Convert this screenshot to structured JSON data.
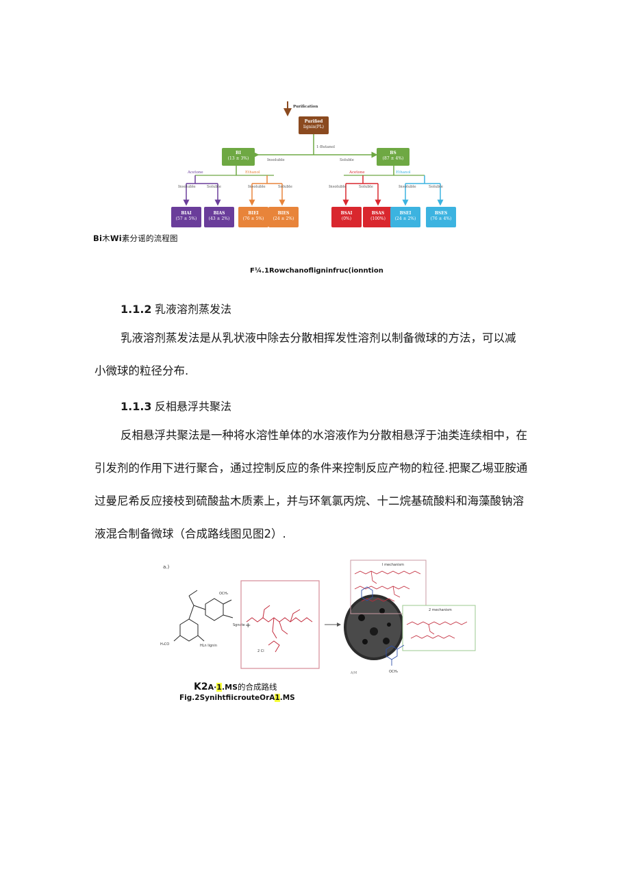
{
  "figure1": {
    "top_label": "Purification",
    "root": {
      "name": "Purified",
      "value": "lignin(PL)"
    },
    "split_label": "1-Butanol",
    "bi": {
      "name": "BI",
      "value": "(13 ± 3%)"
    },
    "bs": {
      "name": "BS",
      "value": "(87 ± 4%)"
    },
    "insoluble": "Insoluble",
    "soluble": "Soluble",
    "acetone": "Acetone",
    "ethanol": "Ethanol",
    "leaves": [
      {
        "name": "BIAI",
        "value": "(57 ± 5%)",
        "color": "#6a3d9a"
      },
      {
        "name": "BIAS",
        "value": "(43 ± 2%)",
        "color": "#6a3d9a"
      },
      {
        "name": "BIEI",
        "value": "(76 ± 5%)",
        "color": "#e8843a"
      },
      {
        "name": "BIES",
        "value": "(24 ± 2%)",
        "color": "#e8843a"
      },
      {
        "name": "BSAI",
        "value": "(0%)",
        "color": "#d9272e"
      },
      {
        "name": "BSAS",
        "value": "(100%)",
        "color": "#d9272e"
      },
      {
        "name": "BSEI",
        "value": "(24 ± 2%)",
        "color": "#3cb3e0"
      },
      {
        "name": "BSES",
        "value": "(76 ± 4%)",
        "color": "#3cb3e0"
      }
    ],
    "colors": {
      "green": "#6ea843",
      "brown": "#8b4a1f",
      "purple": "#6a3d9a",
      "orange": "#e8843a",
      "red": "#d9272e",
      "blue": "#3cb3e0"
    },
    "caption_cn_bold": "Bi",
    "caption_cn_mid": "木",
    "caption_cn_bold2": "Wi",
    "caption_cn_rest": "素分谣的流程图",
    "caption_en": "F¼.1Rowchanofligninfruc(ionntion"
  },
  "section_112": {
    "number": "1.1.2",
    "title": "乳液溶剂蒸发法",
    "para_line1": "乳液溶剂蒸发法是从乳状液中除去分散相挥发性溶剂以制备微球的方法，可以减",
    "para_line2": "小微球的粒径分布."
  },
  "section_113": {
    "number": "1.1.3",
    "title": "反相悬浮共聚法",
    "para_line1": "反相悬浮共聚法是一种将水溶性单体的水溶液作为分散相悬浮于油类连续相中，在",
    "para_line2": "引发剂的作用下进行聚合，通过控制反应的条件来控制反应产物的粒径.把聚乙埸亚胺通",
    "para_line3": "过曼尼希反应接枝到硫酸盐木质素上，并与环氧氯丙烷、十二烷基硫酸料和海藻酸钠溶",
    "para_line4": "液混合制备微球（合成路线图见图2）."
  },
  "figure2": {
    "panel_label": "a.)",
    "sulfonate_label": "Sgnote",
    "lignin_label": "HLn lignin",
    "methoxy1": "OCH₃",
    "methoxy2": "H₃CO",
    "ecl_label": "2 Cl",
    "mech1": "I mechanism",
    "mech2": "2 mechanism",
    "sphere_label": "A/M",
    "och3": "OCH₃",
    "caption_cn_a": "K2",
    "caption_cn_b": "A·",
    "caption_cn_hl": "1",
    "caption_cn_c": ".MS",
    "caption_cn_d": "的合成路线",
    "caption_en_a": "Fig.2Synihtfiicroute",
    "caption_en_b": "OrA",
    "caption_en_hl": "1",
    "caption_en_c": ".MS"
  }
}
